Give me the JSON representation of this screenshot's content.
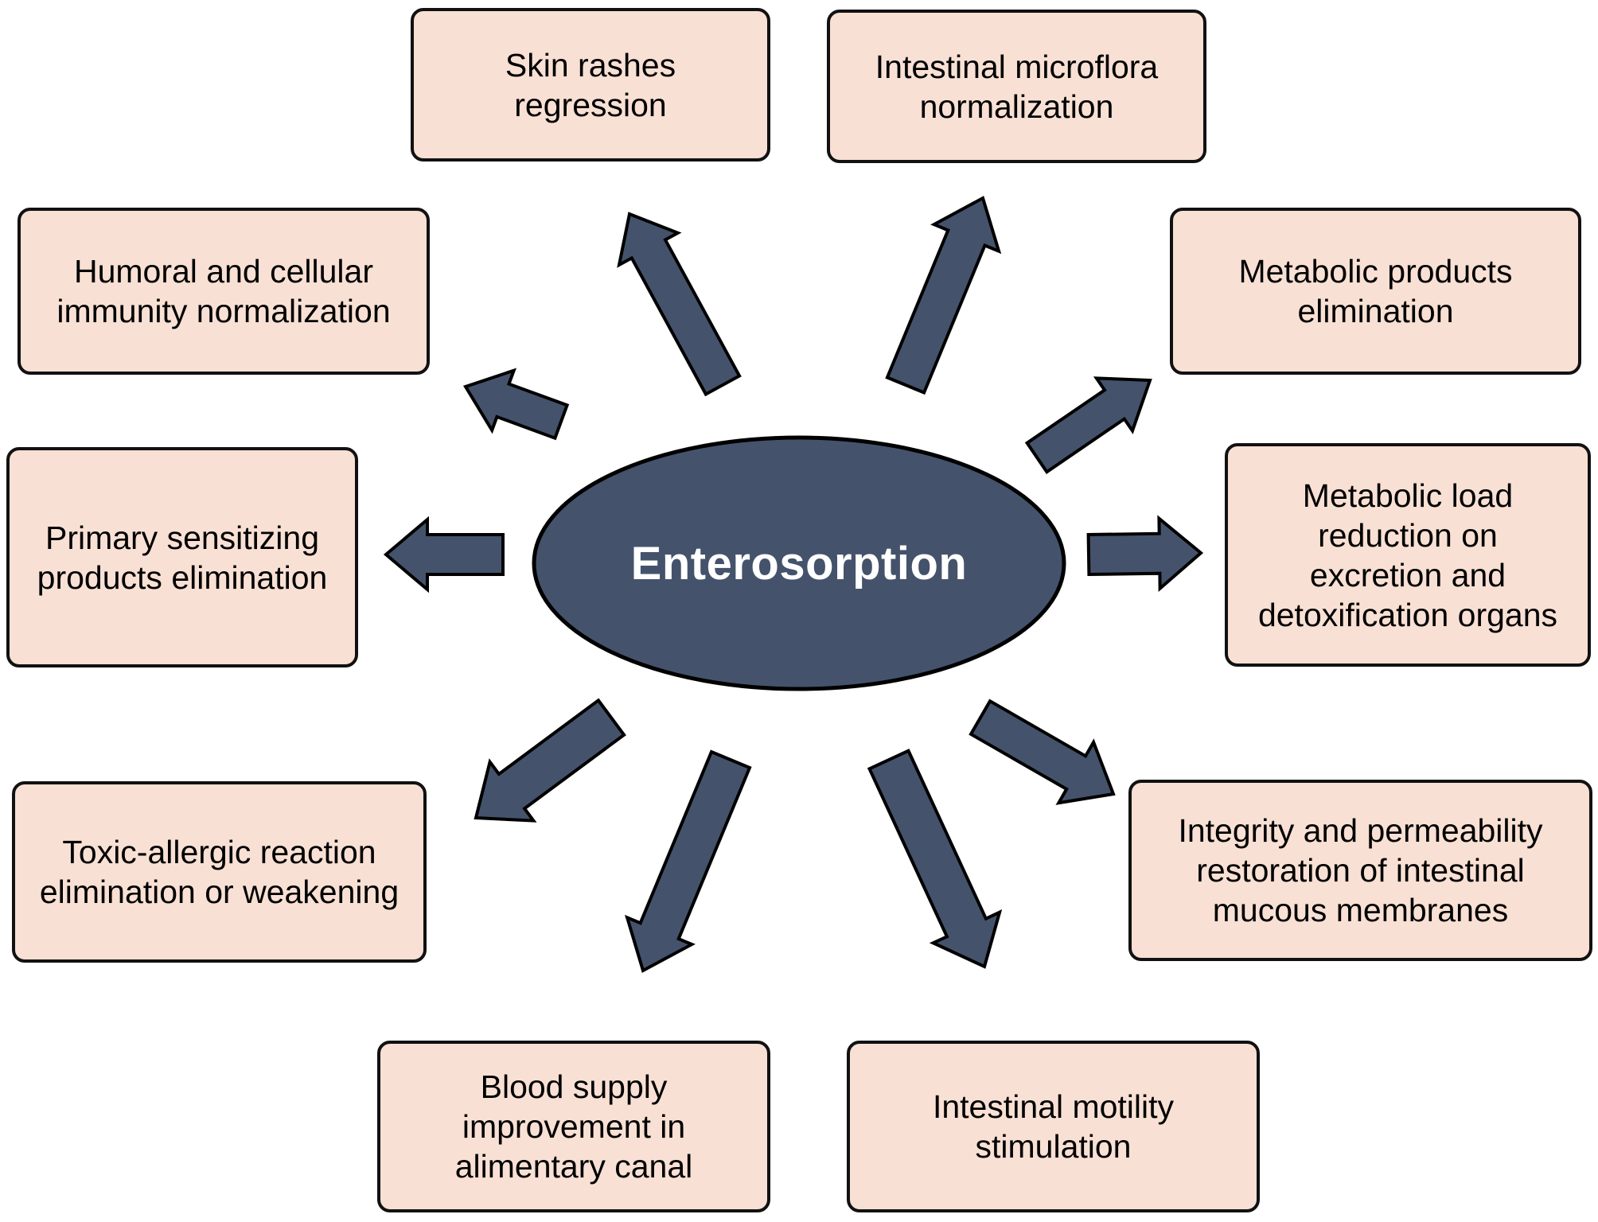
{
  "center": {
    "label": "Enterosorption"
  },
  "boxes": {
    "skin": {
      "lines": [
        "Skin rashes",
        "regression"
      ]
    },
    "microflora": {
      "lines": [
        "Intestinal microflora",
        "normalization"
      ]
    },
    "humoral": {
      "lines": [
        "Humoral and cellular",
        "immunity normalization"
      ]
    },
    "metabolic_products": {
      "lines": [
        "Metabolic products",
        "elimination"
      ]
    },
    "primary": {
      "lines": [
        "Primary sensitizing",
        "products elimination"
      ]
    },
    "metabolic_load": {
      "lines": [
        "Metabolic load",
        "reduction on",
        "excretion and",
        "detoxification organs"
      ]
    },
    "toxic": {
      "lines": [
        "Toxic-allergic reaction",
        "elimination or weakening"
      ]
    },
    "integrity": {
      "lines": [
        "Integrity and permeability",
        "restoration of intestinal",
        "mucous membranes"
      ]
    },
    "blood": {
      "lines": [
        "Blood supply",
        "improvement in",
        "alimentary canal"
      ]
    },
    "motility": {
      "lines": [
        "Intestinal motility",
        "stimulation"
      ]
    }
  },
  "colors": {
    "center_fill": "#44536b",
    "arrow_fill": "#44536b",
    "box_fill": "#f8e0d4",
    "outline": "#000000",
    "center_text": "#ffffff"
  }
}
